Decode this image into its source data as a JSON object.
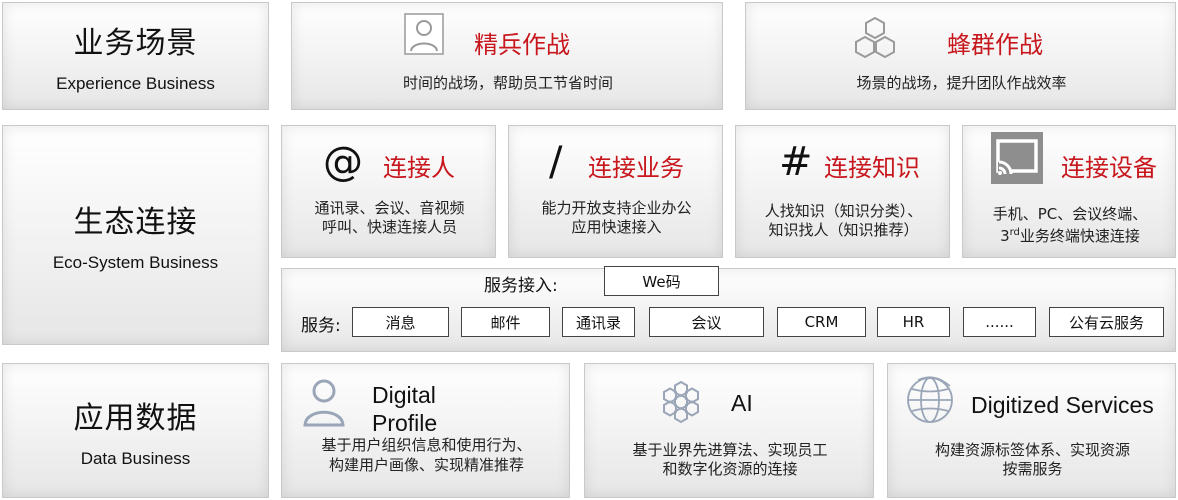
{
  "rows": {
    "experience": {
      "cn": "业务场景",
      "en": "Experience Business"
    },
    "eco": {
      "cn": "生态连接",
      "en": "Eco-System Business"
    },
    "data": {
      "cn": "应用数据",
      "en": "Data Business"
    }
  },
  "experience_cards": [
    {
      "title": "精兵作战",
      "desc": "时间的战场，帮助员工节省时间",
      "icon": "person-icon"
    },
    {
      "title": "蜂群作战",
      "desc": "场景的战场，提升团队作战效率",
      "icon": "hexagon-cluster-icon"
    }
  ],
  "eco_cards": [
    {
      "symbol": "@",
      "title": "连接人",
      "desc": [
        "通讯录、会议、音视频",
        "呼叫、快速连接人员"
      ]
    },
    {
      "symbol": "/",
      "title": "连接业务",
      "desc": [
        "能力开放支持企业办公",
        "应用快速接入"
      ]
    },
    {
      "symbol": "#",
      "title": "连接知识",
      "desc": [
        "人找知识（知识分类）、",
        "知识找人（知识推荐）"
      ]
    },
    {
      "symbol": "cast-icon",
      "title": "连接设备",
      "desc": [
        "手机、PC、会议终端、",
        "3",
        "rd",
        "业务终端快速连接"
      ]
    }
  ],
  "services": {
    "access_label": "服务接入:",
    "access_item": "We码",
    "label": "服务:",
    "items": [
      "消息",
      "邮件",
      "通讯录",
      "会议",
      "CRM",
      "HR",
      "......",
      "公有云服务"
    ]
  },
  "data_cards": [
    {
      "title": [
        "Digital",
        "Profile"
      ],
      "desc": [
        "基于用户组织信息和使用行为、",
        "构建用户画像、实现精准推荐"
      ],
      "icon": "person-outline-icon"
    },
    {
      "title": [
        "AI"
      ],
      "desc": [
        "基于业界先进算法、实现员工",
        "和数字化资源的连接"
      ],
      "icon": "hexagon-flower-icon"
    },
    {
      "title": [
        "Digitized Services"
      ],
      "desc": [
        "构建资源标签体系、实现资源",
        "按需服务"
      ],
      "icon": "globe-icon"
    }
  ],
  "colors": {
    "accent_red": "#c8161d",
    "box_border": "#c9c9c9",
    "icon_gray": "#8e8e8e"
  }
}
